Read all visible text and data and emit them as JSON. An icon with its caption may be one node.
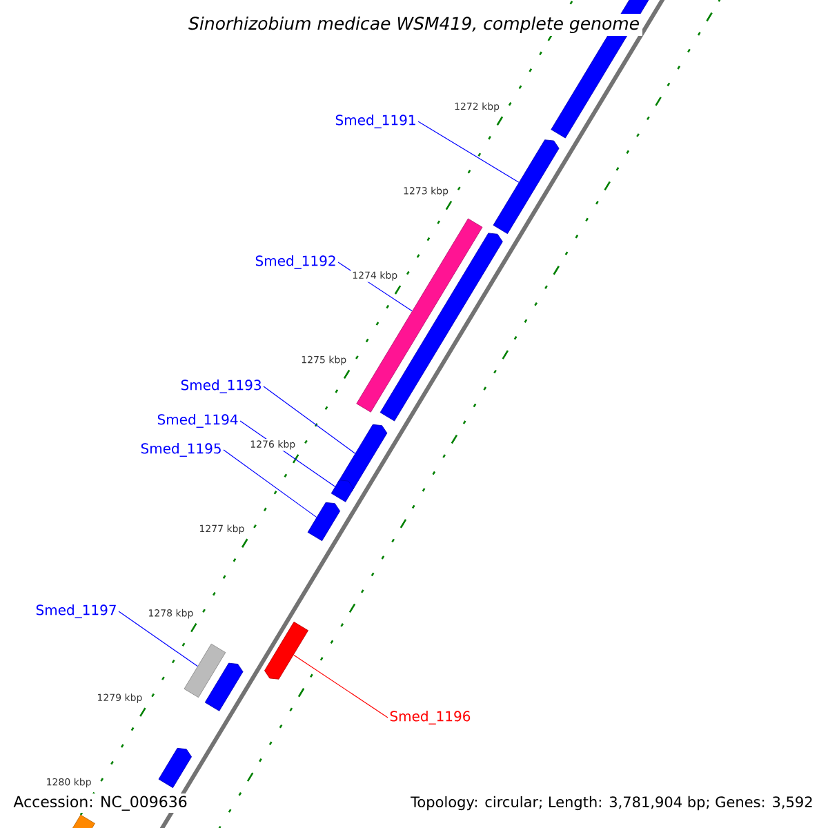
{
  "diagram": {
    "title": "Sinorhizobium medicae WSM419, complete genome",
    "nodes": [
      {
        "text": [],
        "shape": "pentagon"
      },
      {
        "text": [],
        "shape": "pentagon"
      },
      {
        "text": [],
        "shape": "box"
      },
      {
        "text": [],
        "shape": "pentagon"
      },
      {
        "text": [],
        "shape": "pentagon"
      },
      {
        "text": [],
        "shape": "pentagon"
      },
      {
        "text": [],
        "shape": "pentagon"
      },
      {
        "text": [],
        "shape": "pentagon"
      },
      {
        "text": [],
        "shape": "box"
      },
      {
        "text": [],
        "shape": "pentagon"
      },
      {
        "text": [],
        "shape": "pentagon"
      },
      {
        "text": [],
        "shape": "box"
      },
      {
        "text": [
          "Smed_1191"
        ]
      },
      {
        "text": [
          "Smed_1192"
        ]
      },
      {
        "text": [
          "Smed_1193"
        ]
      },
      {
        "text": [
          "Smed_1194"
        ]
      },
      {
        "text": [
          "Smed_1195"
        ]
      },
      {
        "text": [
          "Smed_1197"
        ]
      },
      {
        "text": [
          "Smed_1196"
        ]
      }
    ],
    "edges": [
      {
        "from": 12,
        "to": 1,
        "arrow": "none"
      },
      {
        "from": 13,
        "to": 2,
        "arrow": "none"
      },
      {
        "from": 14,
        "to": 4,
        "arrow": "none"
      },
      {
        "from": 15,
        "to": 5,
        "arrow": "none"
      },
      {
        "from": 16,
        "to": 6,
        "arrow": "none"
      },
      {
        "from": 17,
        "to": 8,
        "arrow": "none"
      },
      {
        "from": 18,
        "to": 7,
        "arrow": "none",
        "color": "#ff0000"
      }
    ],
    "labels": [
      "1272 kbp",
      "1273 kbp",
      "1274 kbp",
      "1275 kbp",
      "1276 kbp",
      "1277 kbp",
      "1278 kbp",
      "1279 kbp",
      "1280 kbp",
      "Accession: NC_009636",
      "Topology: circular; Length: 3,781,904 bp; Genes: 3,592"
    ]
  }
}
